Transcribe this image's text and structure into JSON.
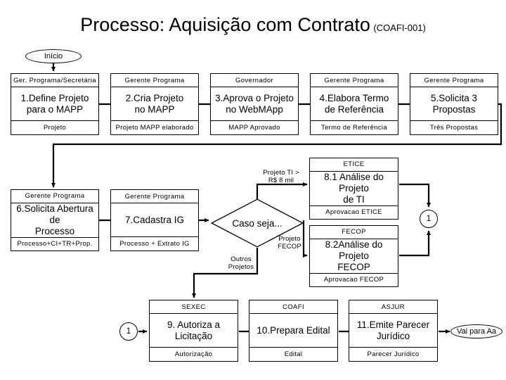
{
  "title": {
    "main": "Processo: Aquisição com Contrato",
    "code": "(COAFI-001)"
  },
  "terminators": [
    {
      "name": "start",
      "label": "Início"
    },
    {
      "name": "goto",
      "label": "Vai para Aa"
    }
  ],
  "connectors": [
    {
      "name": "connector-right",
      "label": "1"
    },
    {
      "name": "connector-left",
      "label": "1"
    }
  ],
  "decision": {
    "label": "Caso seja...",
    "branches": [
      {
        "label": "Projeto TI >\nR$ 8 mil",
        "line1": "Projeto TI >",
        "line2": "R$ 8 mil"
      },
      {
        "label": "Projeto FECOP",
        "line1": "Projeto",
        "line2": "FECOP"
      },
      {
        "label": "Outros Projetos",
        "line1": "Outros",
        "line2": "Projetos"
      }
    ]
  },
  "steps": [
    {
      "id": "step-1",
      "actor": "Ger. Programa/Secretária",
      "task": "1.Define Projeto para o MAPP",
      "task_line1": "1.Define Projeto",
      "task_line2": "para o MAPP",
      "output": "Projeto"
    },
    {
      "id": "step-2",
      "actor": "Gerente Programa",
      "task": "2.Cria Projeto no MAPP",
      "task_line1": "2.Cria Projeto",
      "task_line2": "no MAPP",
      "output": "Projeto MAPP elaborado"
    },
    {
      "id": "step-3",
      "actor": "Governador",
      "task": "3.Aprova o Projeto no WebMApp",
      "task_line1": "3.Aprova o Projeto",
      "task_line2": "no WebMApp",
      "output": "MAPP Aprovado"
    },
    {
      "id": "step-4",
      "actor": "Gerente Programa",
      "task": "4.Elabora Termo de Referência",
      "task_line1": "4.Elabora Termo",
      "task_line2": "de Referência",
      "output": "Termo de Referência"
    },
    {
      "id": "step-5",
      "actor": "Gerente Programa",
      "task": "5.Solicita 3 Propostas",
      "task_line1": "5.Solicita 3",
      "task_line2": "Propostas",
      "output": "Três Propostas"
    },
    {
      "id": "step-6",
      "actor": "Gerente Programa",
      "task": "6.Solicita Abertura de Processo",
      "task_line1": "6.Solicita Abertura de",
      "task_line2": "Processo",
      "output": "Processo+CI+TR+Prop."
    },
    {
      "id": "step-7",
      "actor": "Gerente Programa",
      "task": "7.Cadastra IG",
      "task_line1": "7.Cadastra IG",
      "task_line2": "",
      "output": "Processo + Extrato IG"
    },
    {
      "id": "step-8-1",
      "actor": "ETICE",
      "task": "8.1 Análise do Projeto de TI",
      "task_line1": "8.1 Análise do Projeto",
      "task_line2": "de TI",
      "output": "Aprovacao ETICE"
    },
    {
      "id": "step-8-2",
      "actor": "FECOP",
      "task": "8.2Análise do Projeto FECOP",
      "task_line1": "8.2Análise do Projeto",
      "task_line2": "FECOP",
      "output": "Aprovacao FECOP"
    },
    {
      "id": "step-9",
      "actor": "SEXEC",
      "task": "9. Autoriza a Licitação",
      "task_line1": "9. Autoriza a",
      "task_line2": "Licitação",
      "output": "Autorização"
    },
    {
      "id": "step-10",
      "actor": "COAFI",
      "task": "10.Prepara Edital",
      "task_line1": "10.Prepara Edital",
      "task_line2": "",
      "output": "Edital"
    },
    {
      "id": "step-11",
      "actor": "ASJUR",
      "task": "11.Emite Parecer Jurídico",
      "task_line1": "11.Emite Parecer",
      "task_line2": "Jurídico",
      "output": "Parecer Jurídico"
    }
  ],
  "colors": {
    "stroke": "#000000",
    "fill": "#ffffff",
    "text": "#000000"
  }
}
